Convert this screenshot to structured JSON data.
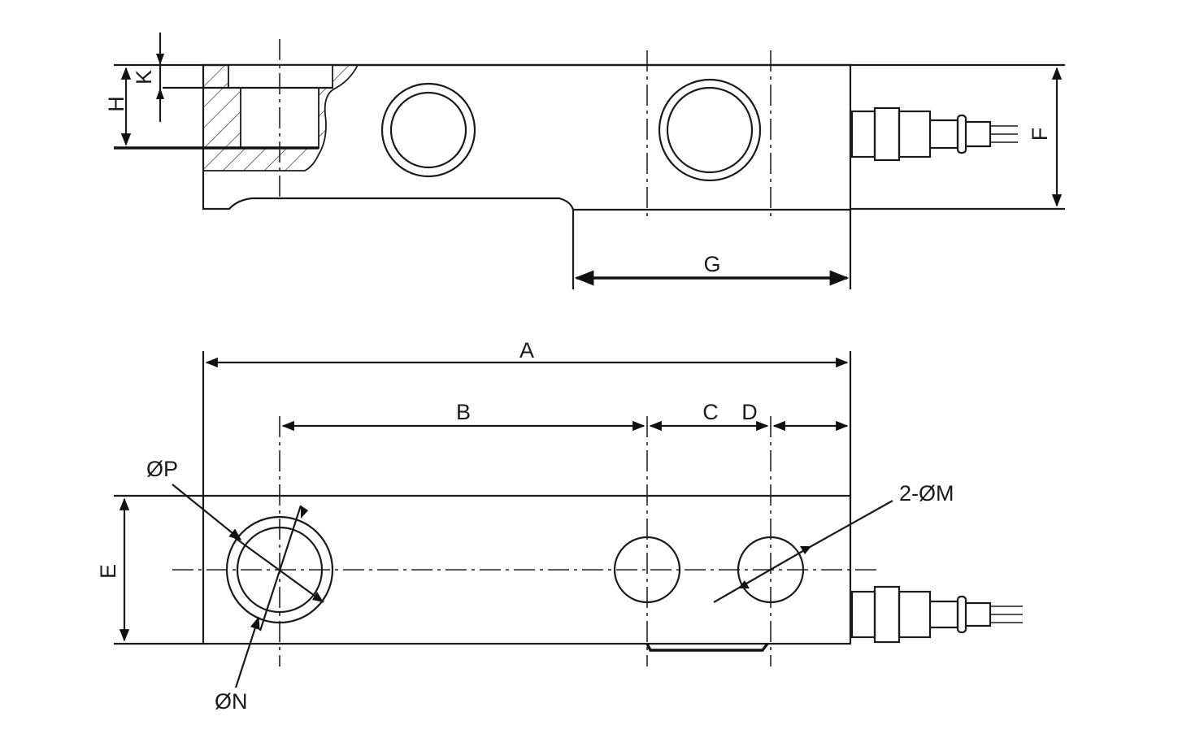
{
  "labels": {
    "H": "H",
    "K": "K",
    "F": "F",
    "G": "G",
    "A": "A",
    "B": "B",
    "C": "C",
    "D": "D",
    "E": "E",
    "P": "ØP",
    "N": "ØN",
    "M": "2-ØM"
  }
}
